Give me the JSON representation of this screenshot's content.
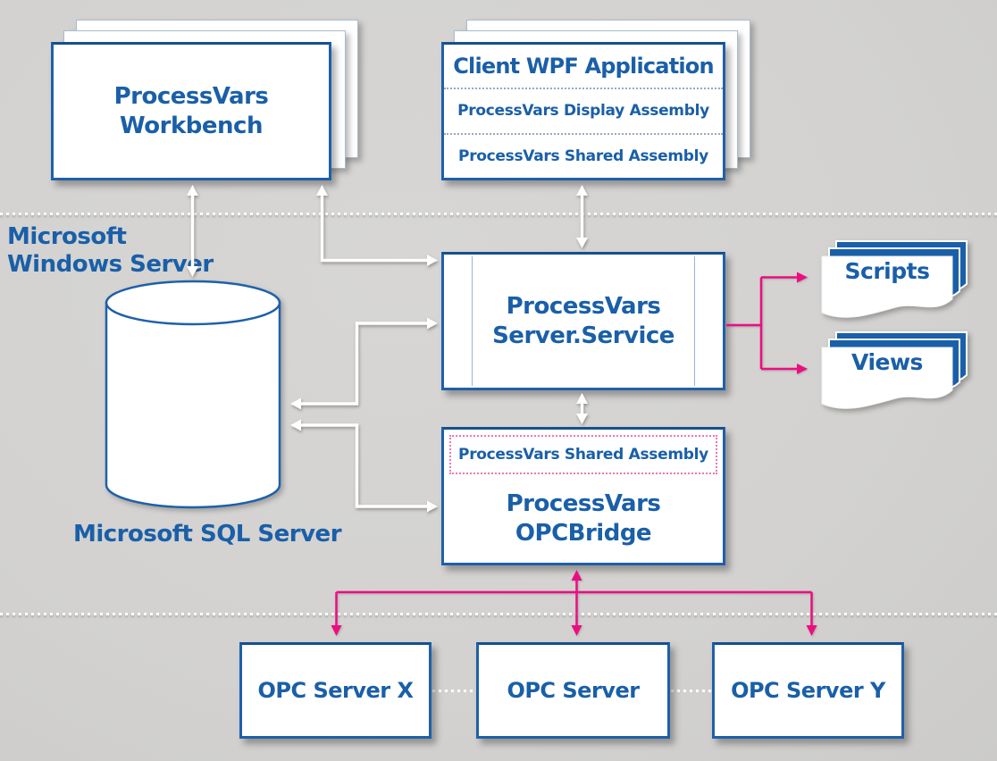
{
  "colors": {
    "node_blue": "#1a5fa8",
    "connector_white": "#ffffff",
    "connector_pink": "#ec0e81",
    "background_gray": "#d4d3d1"
  },
  "nodes": {
    "workbench": {
      "line1": "ProcessVars",
      "line2": "Workbench"
    },
    "client_wpf": {
      "title": "Client WPF Application",
      "assemblies": [
        "ProcessVars Display Assembly",
        "ProcessVars Shared Assembly"
      ]
    },
    "windows_server": {
      "line1": "Microsoft",
      "line2": "Windows Server"
    },
    "sql_server": {
      "label": "Microsoft SQL Server"
    },
    "server_service": {
      "line1": "ProcessVars",
      "line2": "Server.Service"
    },
    "scripts": {
      "label": "Scripts"
    },
    "views": {
      "label": "Views"
    },
    "opcbridge": {
      "assembly": "ProcessVars Shared Assembly",
      "line1": "ProcessVars",
      "line2": "OPCBridge"
    },
    "opc_server_x": {
      "label": "OPC Server X"
    },
    "opc_server": {
      "label": "OPC Server"
    },
    "opc_server_y": {
      "label": "OPC Server Y"
    }
  }
}
